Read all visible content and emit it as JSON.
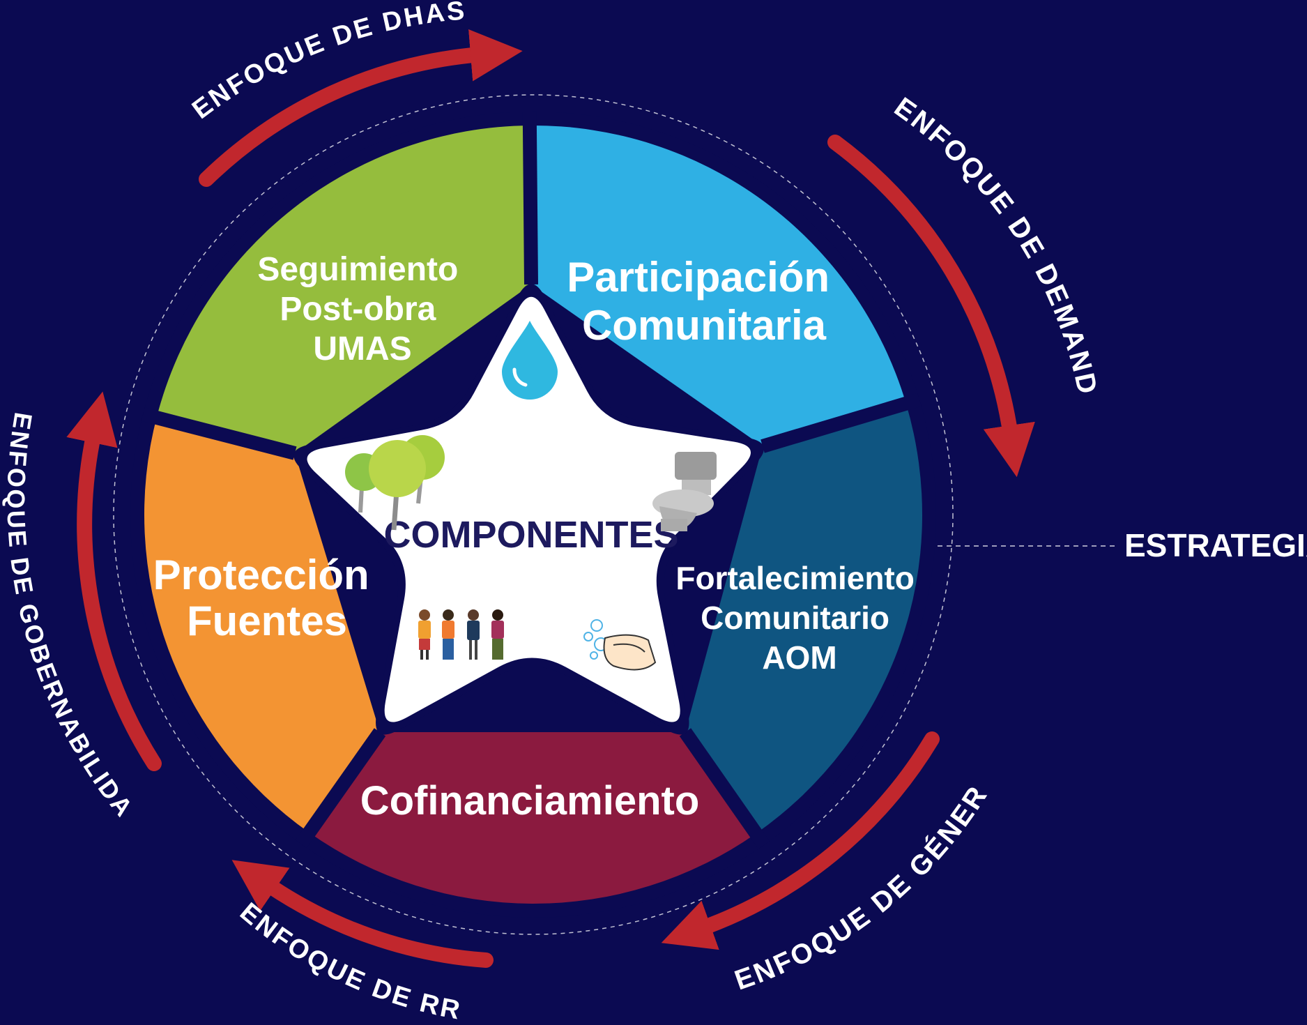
{
  "diagram": {
    "center_label": "COMPONENTES",
    "side_label": "ESTRATEGIAS",
    "segments": [
      {
        "lines": [
          "Seguimiento",
          "Post-obra",
          "UMAS"
        ],
        "color": "#95bd3d"
      },
      {
        "lines": [
          "Participación",
          "Comunitaria"
        ],
        "color": "#2fb0e4"
      },
      {
        "lines": [
          "Fortalecimiento",
          "Comunitario",
          "AOM"
        ],
        "color": "#0f5581"
      },
      {
        "lines": [
          "Cofinanciamiento"
        ],
        "color": "#8b1a3f"
      },
      {
        "lines": [
          "Protección",
          "Fuentes"
        ],
        "color": "#f39433"
      }
    ],
    "arrow_color": "#c1272d",
    "arrows": [
      {
        "label": "ENFOQUE DE DHAS"
      },
      {
        "label": "ENFOQUE DE DEMANDA"
      },
      {
        "label": "ENFOQUE DE GÉNERO"
      },
      {
        "label": "ENFOQUE DE RRD"
      },
      {
        "label": "ENFOQUE DE GOBERNABILIDAD"
      }
    ],
    "icons": [
      "water-drop-icon",
      "trees-icon",
      "toilet-icon",
      "people-icon",
      "handwashing-icon"
    ]
  }
}
